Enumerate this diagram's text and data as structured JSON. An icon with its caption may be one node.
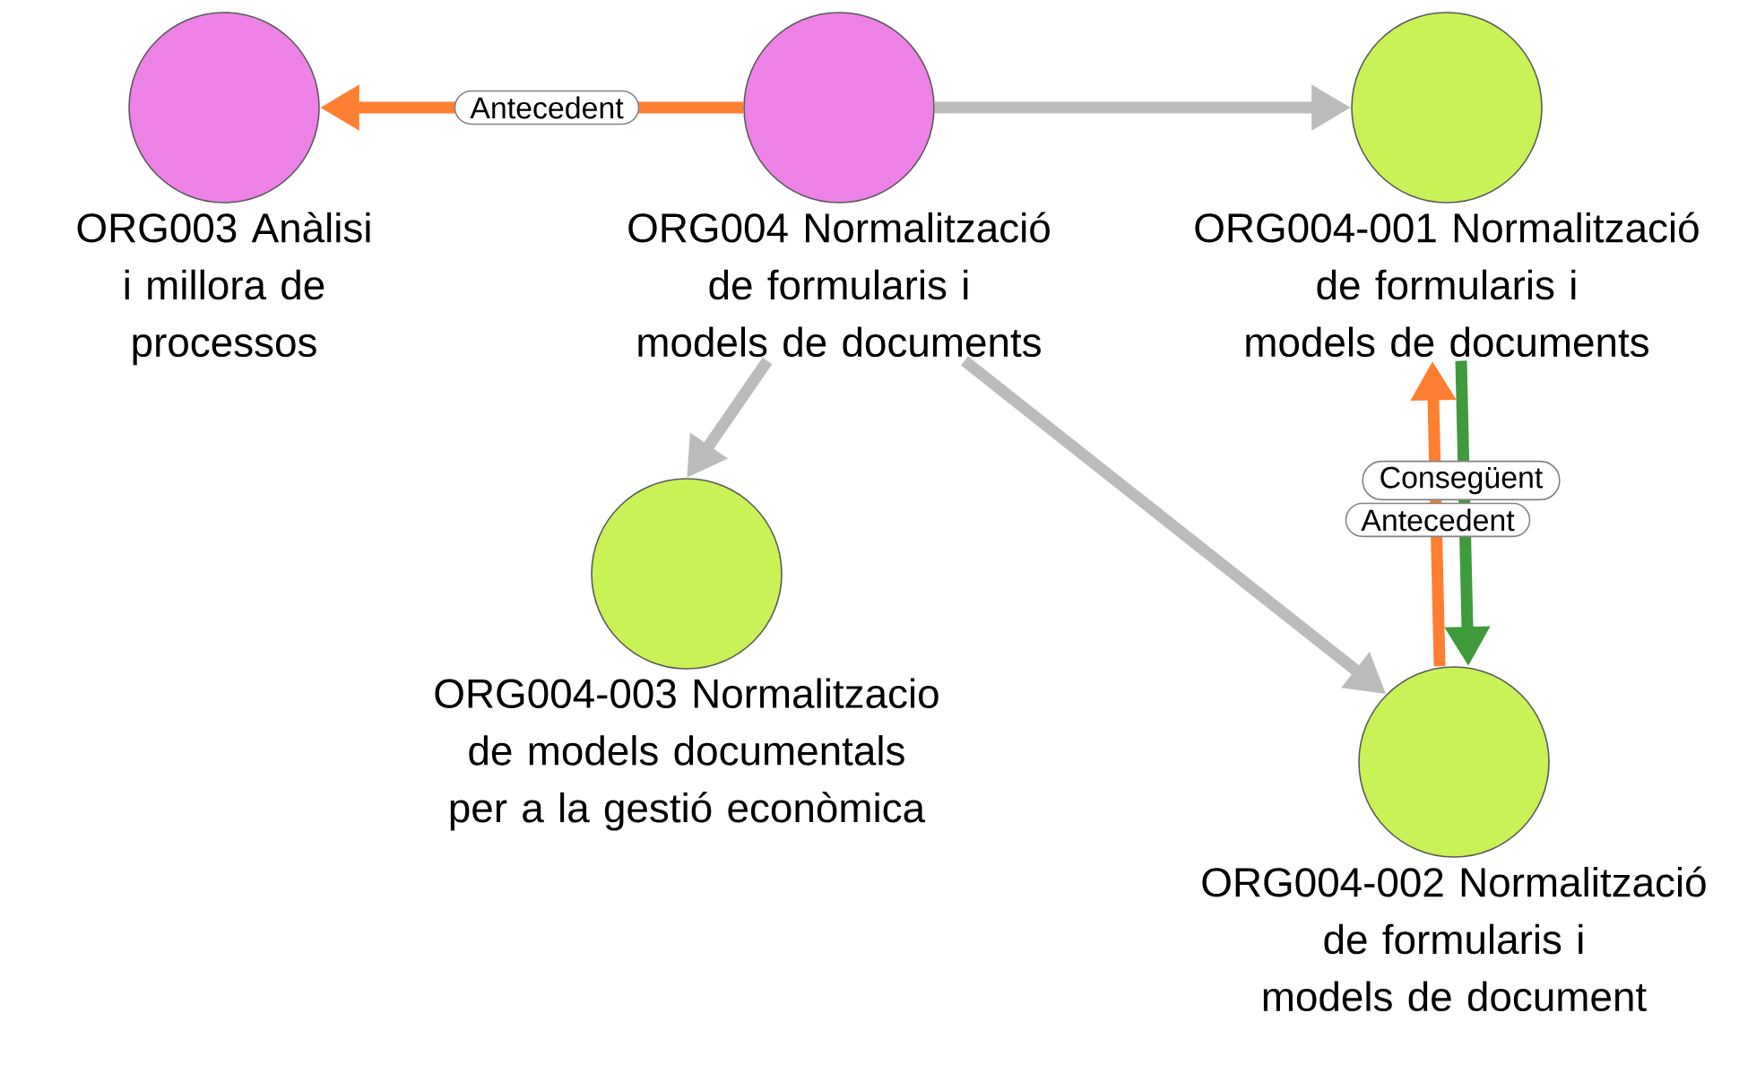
{
  "diagram": {
    "nodes": [
      {
        "text": [
          "ORG003 Anàlisi i millora de processos"
        ]
      },
      {
        "text": [
          "ORG004 Normalització de formularis i models de documents"
        ]
      },
      {
        "text": [
          "ORG004-001 Normalització de formularis i models de documents"
        ]
      },
      {
        "text": [
          "ORG004-003 Normalitzacio de models documentals per a la gestió econòmica"
        ]
      },
      {
        "text": [
          "ORG004-002 Normalització de formularis i models de document"
        ]
      }
    ],
    "edges": [
      {
        "from": 1,
        "to": 0,
        "arrow": "to",
        "label": "Antecedent",
        "color": "#ff7f32"
      },
      {
        "from": 1,
        "to": 2,
        "arrow": "to"
      },
      {
        "from": 1,
        "to": 3,
        "arrow": "to"
      },
      {
        "from": 1,
        "to": 4,
        "arrow": "to"
      },
      {
        "from": 2,
        "to": 4,
        "arrow": "to",
        "label": "Consegüent",
        "color": "#3f9a3c"
      },
      {
        "from": 4,
        "to": 2,
        "arrow": "to",
        "label": "Antecedent",
        "color": "#ff7f32"
      }
    ]
  }
}
